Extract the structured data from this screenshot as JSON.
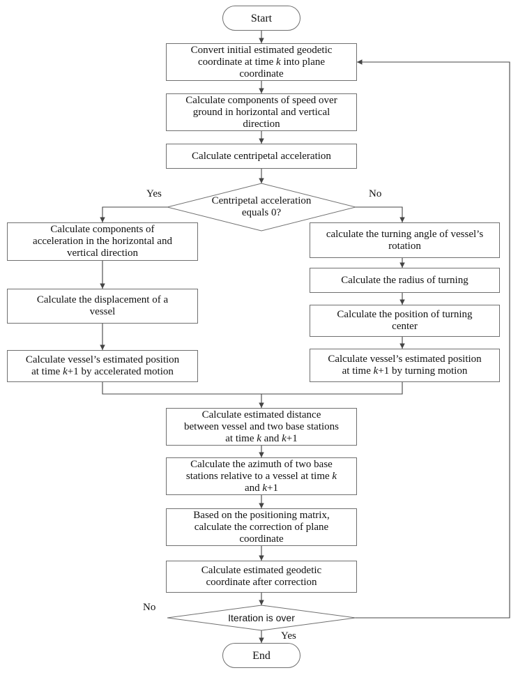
{
  "nodes": {
    "start": "Start",
    "convert": [
      "Convert initial estimated geodetic",
      "coordinate at time |k| into plane",
      "coordinate"
    ],
    "speed": [
      "Calculate components of speed over",
      "ground in horizontal and vertical",
      "direction"
    ],
    "centripetal": [
      "Calculate centripetal acceleration"
    ],
    "decision1": [
      "Centripetal acceleration",
      "equals 0?"
    ],
    "accel_components": [
      "Calculate  components of",
      "acceleration in the horizontal and",
      "vertical direction"
    ],
    "displacement": [
      "Calculate the displacement of a",
      "vessel"
    ],
    "pos_accel": [
      "Calculate vessel’s estimated position",
      "at time |k|+1 by accelerated motion"
    ],
    "turning_angle": [
      "calculate the turning angle of vessel’s",
      "rotation"
    ],
    "radius": [
      "Calculate the radius of turning"
    ],
    "turn_center": [
      "Calculate the position of turning",
      "center"
    ],
    "pos_turn": [
      "Calculate vessel’s estimated position",
      "at time |k|+1 by turning motion"
    ],
    "distance": [
      "Calculate  estimated distance",
      "between vessel and two base stations",
      "at time |k| and |k|+1"
    ],
    "azimuth": [
      "Calculate the azimuth of two base",
      "stations relative to a vessel at time |k|",
      "and |k|+1"
    ],
    "correction": [
      "Based on the positioning matrix,",
      "calculate the correction of plane",
      "coordinate"
    ],
    "geodetic": [
      "Calculate estimated geodetic",
      "coordinate after correction"
    ],
    "decision2": [
      "Iteration is over"
    ],
    "end": "End"
  },
  "labels": {
    "yes1": "Yes",
    "no1": "No",
    "no2": "No",
    "yes2": "Yes"
  }
}
